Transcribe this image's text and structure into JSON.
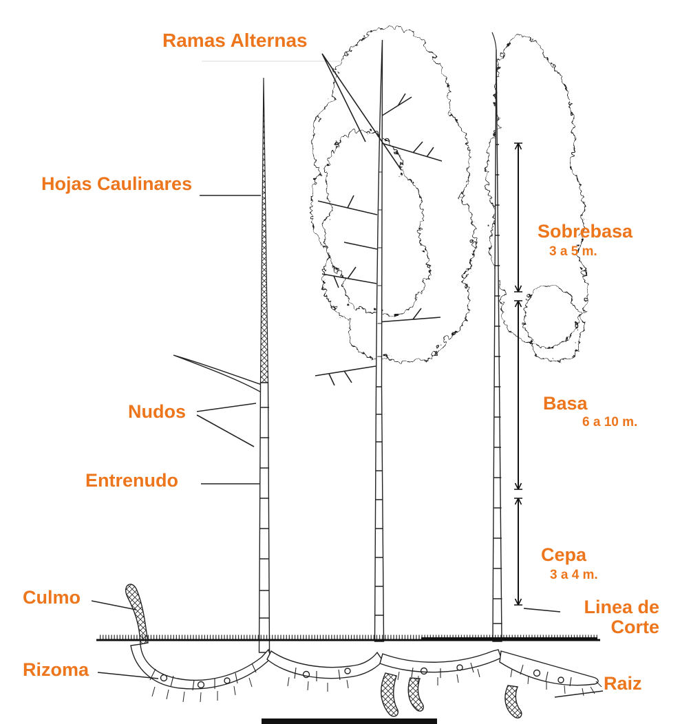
{
  "accent_color": "#ED751C",
  "labels": {
    "ramas_alternas": "Ramas Alternas",
    "hojas_caulinares": "Hojas Caulinares",
    "nudos": "Nudos",
    "entrenudo": "Entrenudo",
    "culmo": "Culmo",
    "rizoma": "Rizoma",
    "raiz": "Raiz"
  },
  "measurements": {
    "sobrebasa": {
      "label": "Sobrebasa",
      "range": "3 a 5 m."
    },
    "basa": {
      "label": "Basa",
      "range": "6 a 10 m."
    },
    "cepa": {
      "label": "Cepa",
      "range": "3 a 4 m."
    },
    "linea_de_corte": {
      "line1": "Linea de",
      "line2": "Corte"
    }
  }
}
